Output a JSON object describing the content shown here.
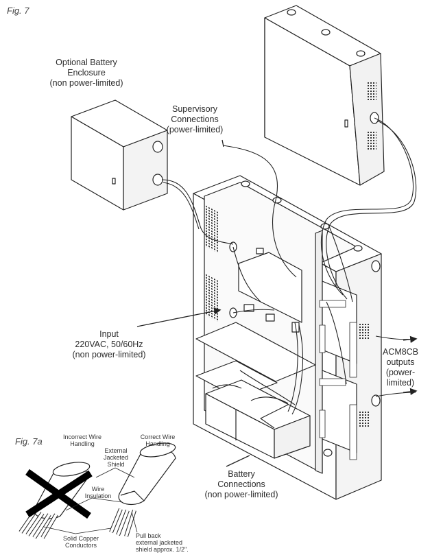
{
  "figures": {
    "main": "Fig. 7",
    "inset": "Fig. 7a"
  },
  "labels": {
    "battery_enclosure": [
      "Optional Battery",
      "Enclosure",
      "(non power-limited)"
    ],
    "supervisory": [
      "Supervisory",
      "Connections",
      "(power-limited)"
    ],
    "input": [
      "Input",
      "220VAC, 50/60Hz",
      "(non power-limited)"
    ],
    "acm8cb": [
      "ACM8CB",
      "outputs",
      "(power-",
      "limited)"
    ],
    "battery_connections": [
      "Battery",
      "Connections",
      "(non power-limited)"
    ]
  },
  "inset_labels": {
    "incorrect": [
      "Incorrect Wire",
      "Handling"
    ],
    "correct": [
      "Correct Wire",
      "Handling"
    ],
    "external_jacketed": [
      "External",
      "Jacketed",
      "Shield"
    ],
    "wire_insulation": [
      "Wire",
      "Insulation"
    ],
    "solid_copper": [
      "Solid Copper",
      "Conductors"
    ],
    "pull_back": [
      "Pull back",
      "external jacketed",
      "shield approx. 1/2\"."
    ]
  }
}
